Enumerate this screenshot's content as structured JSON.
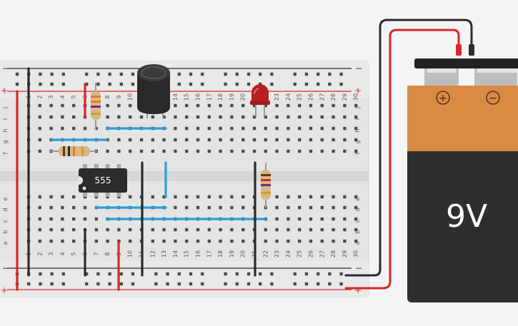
{
  "breadboard": {
    "columns": [
      "1",
      "2",
      "3",
      "4",
      "5",
      "6",
      "7",
      "8",
      "9",
      "10",
      "11",
      "12",
      "13",
      "14",
      "15",
      "16",
      "17",
      "18",
      "19",
      "20",
      "21",
      "22",
      "23",
      "24",
      "25",
      "26",
      "27",
      "28",
      "29",
      "30"
    ],
    "rows_top": [
      "j",
      "i",
      "h",
      "g",
      "f"
    ],
    "rows_bottom": [
      "e",
      "d",
      "c",
      "b",
      "a"
    ],
    "rail_plus": "+",
    "rail_minus": "−"
  },
  "components": {
    "chip_label": "555",
    "capacitor_icon": "electrolytic-capacitor-icon",
    "led_icon": "red-led-icon",
    "resistor_icon": "resistor-icon"
  },
  "battery": {
    "label": "9V",
    "plus_symbol": "+",
    "minus_symbol": "−"
  },
  "colors": {
    "background": "#f3f4f6",
    "board": "#e6e6e6",
    "wire_red": "#d62828",
    "wire_black": "#2b2b2b",
    "wire_blue": "#2a9fd6",
    "battery_body": "#2e2e2e",
    "battery_band": "#d98a43"
  }
}
